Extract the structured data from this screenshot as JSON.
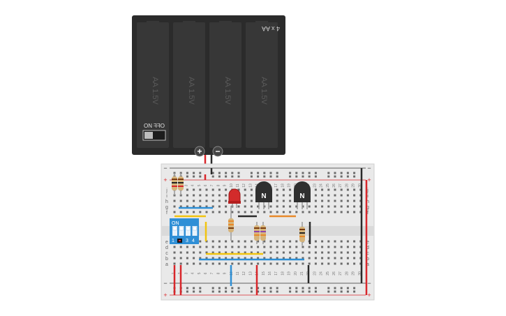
{
  "battery_pack": {
    "label": "4 x AA",
    "cells": [
      "AA 1.5V",
      "AA 1.5V",
      "AA 1.5V",
      "AA 1.5V"
    ],
    "switch": {
      "on_label": "ON",
      "off_label": "OFF",
      "state": "off"
    },
    "terminals": {
      "positive": "+",
      "negative": "−"
    },
    "colors": {
      "body": "#2b2b2b",
      "cell": "#3a3a3a"
    }
  },
  "breadboard": {
    "rail_sign_plus": "+",
    "rail_sign_minus": "−",
    "rows_top": [
      "j",
      "i",
      "h",
      "g",
      "f"
    ],
    "rows_bottom": [
      "e",
      "d",
      "c",
      "b",
      "a"
    ],
    "columns": [
      "1",
      "2",
      "3",
      "4",
      "5",
      "6",
      "7",
      "8",
      "9",
      "10",
      "11",
      "12",
      "13",
      "14",
      "15",
      "16",
      "17",
      "18",
      "19",
      "20",
      "21",
      "22",
      "23",
      "24",
      "25",
      "26",
      "27",
      "28",
      "29",
      "30"
    ]
  },
  "dip_switch": {
    "label": "ON",
    "positions": [
      "1",
      "2",
      "3",
      "4"
    ],
    "color": "#2f8fd6"
  },
  "transistors": [
    {
      "label": "N"
    },
    {
      "label": "N"
    }
  ],
  "led": {
    "color": "#d22b2b"
  },
  "colors": {
    "red_wire": "#d8262a",
    "black_wire": "#2a2a2a",
    "blue_wire": "#2d8fd5",
    "yellow_wire": "#f1c40f",
    "orange_wire": "#e8892a"
  }
}
